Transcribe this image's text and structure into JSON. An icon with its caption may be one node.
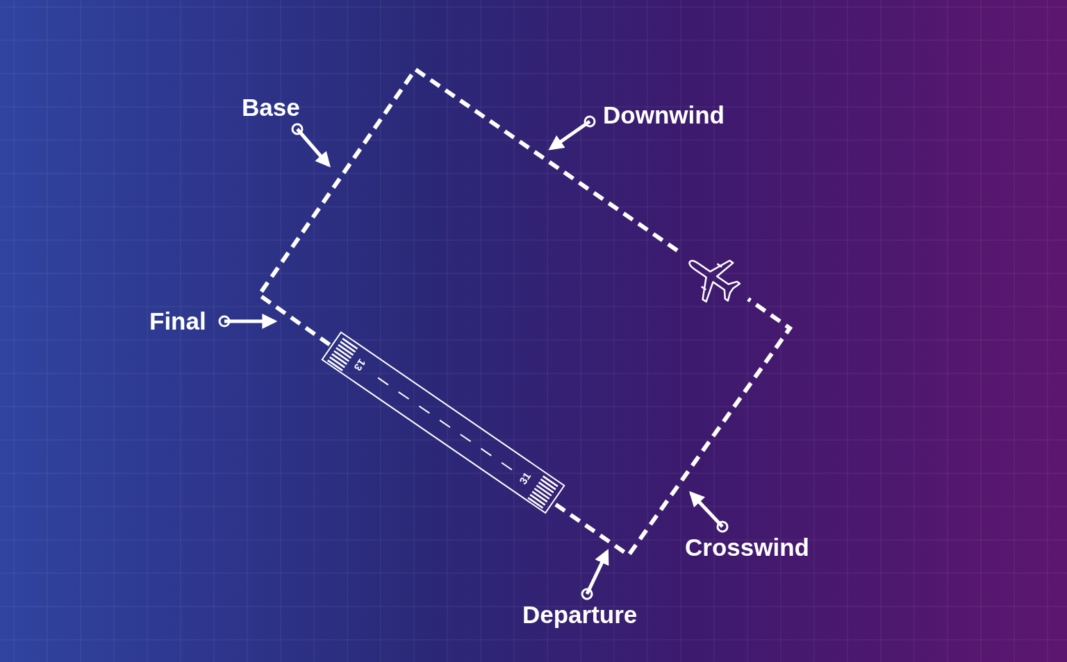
{
  "diagram": {
    "nodes": [
      {
        "text": [
          "Base"
        ]
      },
      {
        "text": [
          "Downwind"
        ]
      },
      {
        "text": [
          "Final"
        ]
      },
      {
        "text": [
          "13",
          "31"
        ]
      },
      {
        "text": [
          "Crosswind"
        ]
      },
      {
        "text": [
          "Departure"
        ]
      }
    ],
    "edges": [
      {
        "from": 0,
        "to": null,
        "arrow": "to"
      },
      {
        "from": 1,
        "to": null,
        "arrow": "to"
      },
      {
        "from": 2,
        "to": null,
        "arrow": "to"
      },
      {
        "from": 4,
        "to": null,
        "arrow": "to"
      },
      {
        "from": 5,
        "to": null,
        "arrow": "to"
      }
    ]
  }
}
